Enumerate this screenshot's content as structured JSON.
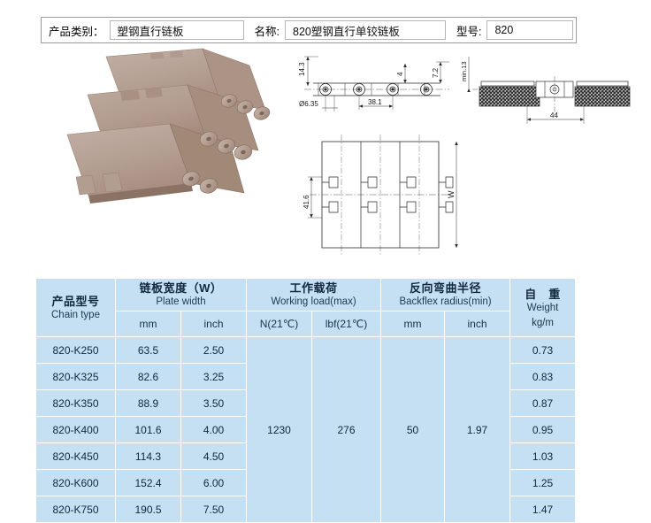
{
  "spec_header": {
    "category_label": "产品类别：",
    "category_value": "塑钢直行链板",
    "name_label": "名称:",
    "name_value": "820塑钢直行单铰链板",
    "model_label": "型号:",
    "model_value": "820"
  },
  "photo": {
    "alt": "820 plastic straight-run single-hinge chain plate product photo",
    "body_color": "#b6a194",
    "highlight_color": "#cbb9ae",
    "shadow_color": "#998378"
  },
  "drawings": {
    "side_view": {
      "dim_height": "14.3",
      "dim_thickness": "4",
      "dim_edge": "7.2",
      "dim_hole": "Ø6.35",
      "dim_pitch": "38.1"
    },
    "section_view": {
      "dim_min": "min.13",
      "dim_width": "44"
    },
    "top_view": {
      "dim_link": "41.6",
      "dim_w": "W"
    }
  },
  "table": {
    "headers": {
      "chain_type_cn": "产品型号",
      "chain_type_en": "Chain type",
      "plate_width_cn": "链板宽度（W）",
      "plate_width_en": "Plate width",
      "working_load_cn": "工作载荷",
      "working_load_en": "Working load(max)",
      "backflex_cn": "反向弯曲半径",
      "backflex_en": "Backflex radius(min)",
      "weight_cn": "自　重",
      "weight_en": "Weight"
    },
    "units": {
      "width_mm": "mm",
      "width_inch": "inch",
      "load_n": "N(21℃)",
      "load_lbf": "lbf(21℃)",
      "backflex_mm": "mm",
      "backflex_inch": "inch",
      "weight_kgm": "kg/m"
    },
    "merged": {
      "working_load_n": "1230",
      "working_load_lbf": "276",
      "backflex_mm": "50",
      "backflex_inch": "1.97"
    },
    "rows": [
      {
        "type": "820-K250",
        "mm": "63.5",
        "inch": "2.50",
        "weight": "0.73"
      },
      {
        "type": "820-K325",
        "mm": "82.6",
        "inch": "3.25",
        "weight": "0.83"
      },
      {
        "type": "820-K350",
        "mm": "88.9",
        "inch": "3.50",
        "weight": "0.87"
      },
      {
        "type": "820-K400",
        "mm": "101.6",
        "inch": "4.00",
        "weight": "0.95"
      },
      {
        "type": "820-K450",
        "mm": "114.3",
        "inch": "4.50",
        "weight": "1.03"
      },
      {
        "type": "820-K600",
        "mm": "152.4",
        "inch": "6.00",
        "weight": "1.25"
      },
      {
        "type": "820-K750",
        "mm": "190.5",
        "inch": "7.50",
        "weight": "1.47"
      }
    ]
  },
  "colors": {
    "table_bg": "#c5e0f2",
    "table_grid": "#ffffff",
    "text": "#10293c",
    "page_bg": "#ffffff"
  }
}
